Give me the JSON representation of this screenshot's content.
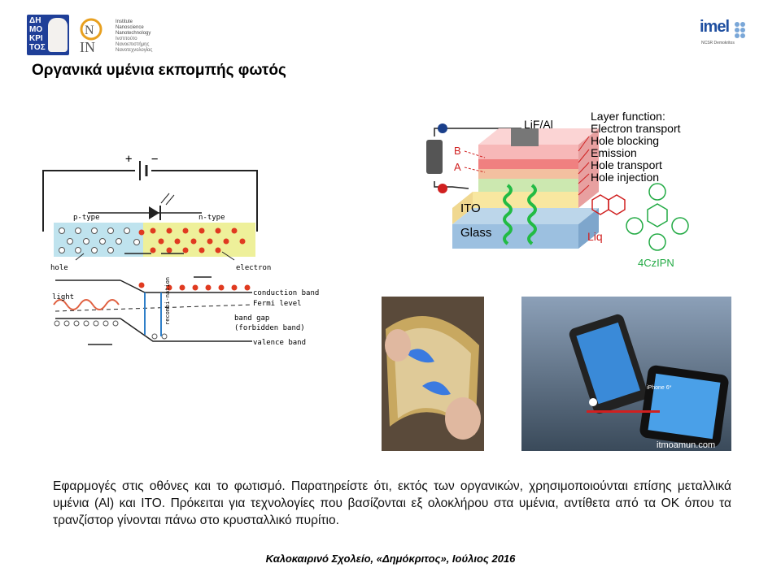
{
  "logos": {
    "demokritos": "ΔΗ ΜΟ ΚΡΙ ΤΟΣ",
    "inn_institute": [
      "Institute",
      "Nanoscience",
      "Nanotechnology",
      "Ινστιτούτο",
      "Νανοεπιστήμης",
      "Νανοτεχνολογίας"
    ],
    "imel": "imel",
    "imel_sub": "NCSR Demokritos"
  },
  "title": "Οργανικά υμένια εκπομπής φωτός",
  "pn_diagram": {
    "plus": "+",
    "minus": "−",
    "p_type": "p-type",
    "n_type": "n-type",
    "hole": "hole",
    "electron": "electron",
    "light": "light",
    "conduction_band": "conduction band",
    "fermi_level": "Fermi level",
    "band_gap": "band gap",
    "forbidden_band": "(forbidden band)",
    "valence_band": "valence band",
    "recombination": "recombi-nation"
  },
  "oled_diagram": {
    "lif_al": "LiF/Al",
    "b": "B",
    "a": "A",
    "ito": "ITO",
    "glass": "Glass",
    "liq": "Liq",
    "czipn": "4CzIPN",
    "layer_function": "Layer function:",
    "layers": [
      "Electron transport",
      "Hole blocking",
      "Emission",
      "Hole transport",
      "Hole injection"
    ]
  },
  "photo2_caption": "itmoamun.com",
  "photo2_label": "iPhone 6*",
  "paragraph": "Εφαρμογές στις οθόνες και το φωτισμό. Παρατηρείστε ότι, εκτός των οργανικών, χρησιμοποιούνται επίσης μεταλλικά υμένια (Al) και ITO.  Πρόκειται για τεχνολογίες που βασίζονται εξ ολοκλήρου στα υμένια, αντίθετα από τα ΟΚ όπου τα τρανζίστορ γίνονται πάνω στο κρυσταλλικό πυρίτιο.",
  "footer": "Καλοκαιρινό Σχολείο, «Δημόκριτος», Ιούλιος 2016"
}
